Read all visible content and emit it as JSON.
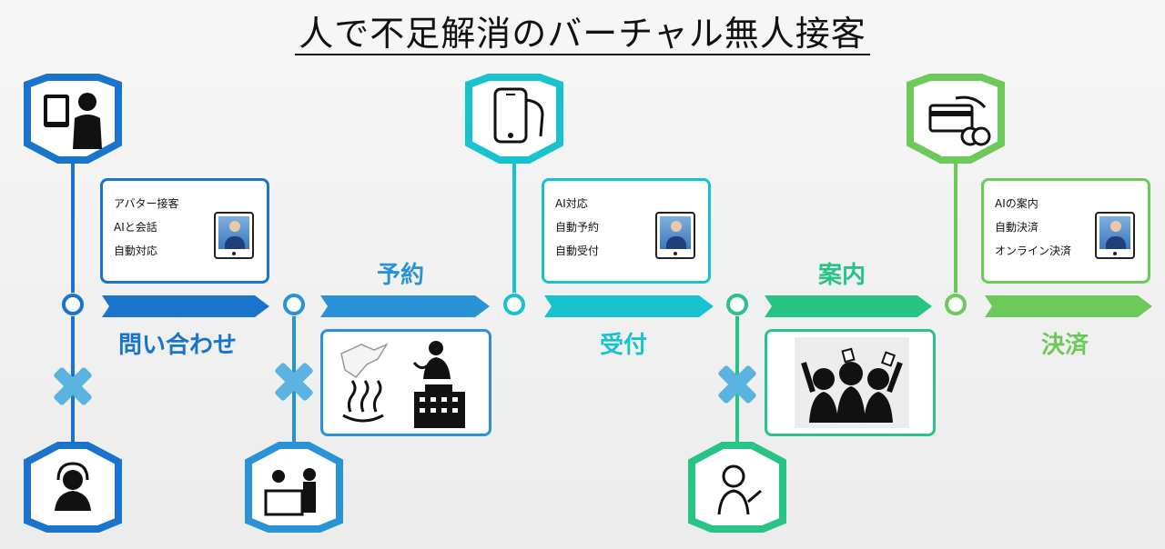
{
  "title": "人で不足解消のバーチャル無人接客",
  "colors": {
    "blue_dark": "#1a74cc",
    "blue": "#2a93d5",
    "cyan": "#18c3cf",
    "green": "#27c486",
    "light_green": "#6cc95a",
    "cross": "#5ab4df"
  },
  "steps": [
    {
      "label": "問い合わせ",
      "color": "#1a74cc"
    },
    {
      "label": "予約",
      "color": "#2a93d5"
    },
    {
      "label": "受付",
      "color": "#18c3cf"
    },
    {
      "label": "案内",
      "color": "#27c486"
    },
    {
      "label": "決済",
      "color": "#6cc95a"
    }
  ],
  "infoboxes": [
    {
      "lines": [
        "アバター接客",
        "AIと会話",
        "自動対応"
      ]
    },
    {
      "lines": [
        "AI対応",
        "自動予約",
        "自動受付"
      ]
    },
    {
      "lines": [
        "AIの案内",
        "自動決済",
        "オンライン決済"
      ]
    }
  ],
  "top_icons": [
    {
      "icon": "person-with-tablet-icon"
    },
    {
      "icon": "smartphone-hand-icon"
    },
    {
      "icon": "card-and-coins-icon"
    }
  ],
  "bottom_icons": [
    {
      "icon": "call-center-operator-icon"
    },
    {
      "icon": "reception-desk-icon"
    },
    {
      "icon": "receptionist-woman-icon"
    }
  ],
  "picture_boxes": [
    {
      "icons": [
        "japan-map-icon",
        "dining-person-icon",
        "hot-spring-icon",
        "hotel-building-icon"
      ]
    },
    {
      "icons": [
        "cheering-crowd-icon"
      ]
    }
  ]
}
